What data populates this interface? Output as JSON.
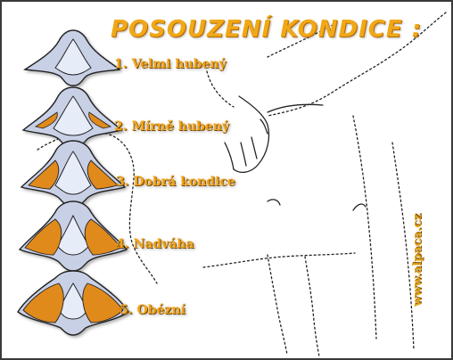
{
  "title": "POSOUZENÍ KONDICE :",
  "levels": [
    {
      "label": "1. Velmi hubený",
      "icon": "spine-cross-section-very-thin"
    },
    {
      "label": "2. Mírně hubený",
      "icon": "spine-cross-section-slightly-thin"
    },
    {
      "label": "3. Dobrá kondice",
      "icon": "spine-cross-section-good"
    },
    {
      "label": "4. Nadváha",
      "icon": "spine-cross-section-overweight"
    },
    {
      "label": "5. Obézní",
      "icon": "spine-cross-section-obese"
    }
  ],
  "watermark": "www.alpaca.cz",
  "colors": {
    "title": "#f0a818",
    "label": "#f3a418",
    "fat": "#e08a1a",
    "bone_fill": "#c8d0e6"
  }
}
